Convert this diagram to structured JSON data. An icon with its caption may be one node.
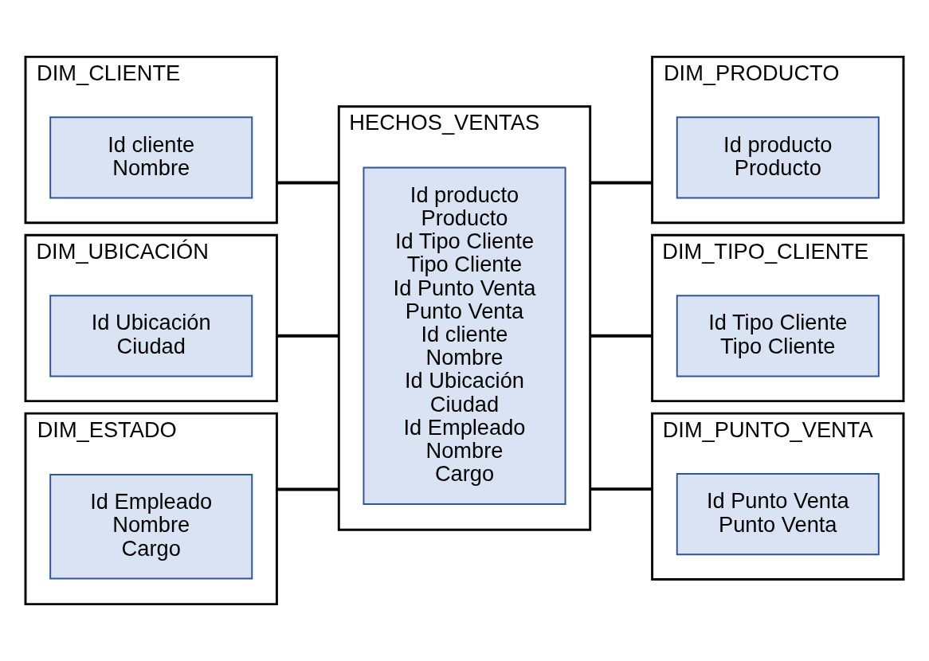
{
  "diagram": {
    "nodes": [
      {
        "text": [
          "DIM_CLIENTE"
        ]
      },
      {
        "text": [
          "Id cliente",
          "Nombre"
        ],
        "in": 0
      },
      {
        "text": [
          "DIM_PRODUCTO"
        ]
      },
      {
        "text": [
          "Id producto",
          "Producto"
        ],
        "in": 2
      },
      {
        "text": [
          "HECHOS_VENTAS"
        ]
      },
      {
        "text": [
          "Id producto",
          "Producto",
          "Id Tipo Cliente",
          "Tipo Cliente",
          "Id Punto Venta",
          "Punto Venta",
          "Id cliente",
          "Nombre",
          "Id Ubicación",
          "Ciudad",
          "Id Empleado",
          "Nombre",
          "Cargo"
        ],
        "in": 4
      },
      {
        "text": [
          "DIM_UBICACIÓN"
        ]
      },
      {
        "text": [
          "Id Ubicación",
          "Ciudad"
        ],
        "in": 6
      },
      {
        "text": [
          "DIM_TIPO_CLIENTE"
        ]
      },
      {
        "text": [
          "Id Tipo Cliente",
          "Tipo Cliente"
        ],
        "in": 8
      },
      {
        "text": [
          "DIM_PUNTO_VENTA"
        ]
      },
      {
        "text": [
          "Id Punto Venta",
          "Punto Venta"
        ],
        "in": 10
      },
      {
        "text": [
          "DIM_ESTADO"
        ]
      },
      {
        "text": [
          "Id Empleado",
          "Nombre",
          "Cargo"
        ],
        "in": 12
      }
    ],
    "edges": [
      {
        "from": 0,
        "to": 4,
        "arrow": "none"
      },
      {
        "from": 6,
        "to": 4,
        "arrow": "none"
      },
      {
        "from": 12,
        "to": 4,
        "arrow": "none"
      },
      {
        "from": 4,
        "to": 2,
        "arrow": "none"
      },
      {
        "from": 4,
        "to": 8,
        "arrow": "none"
      },
      {
        "from": 4,
        "to": 10,
        "arrow": "none"
      }
    ]
  }
}
